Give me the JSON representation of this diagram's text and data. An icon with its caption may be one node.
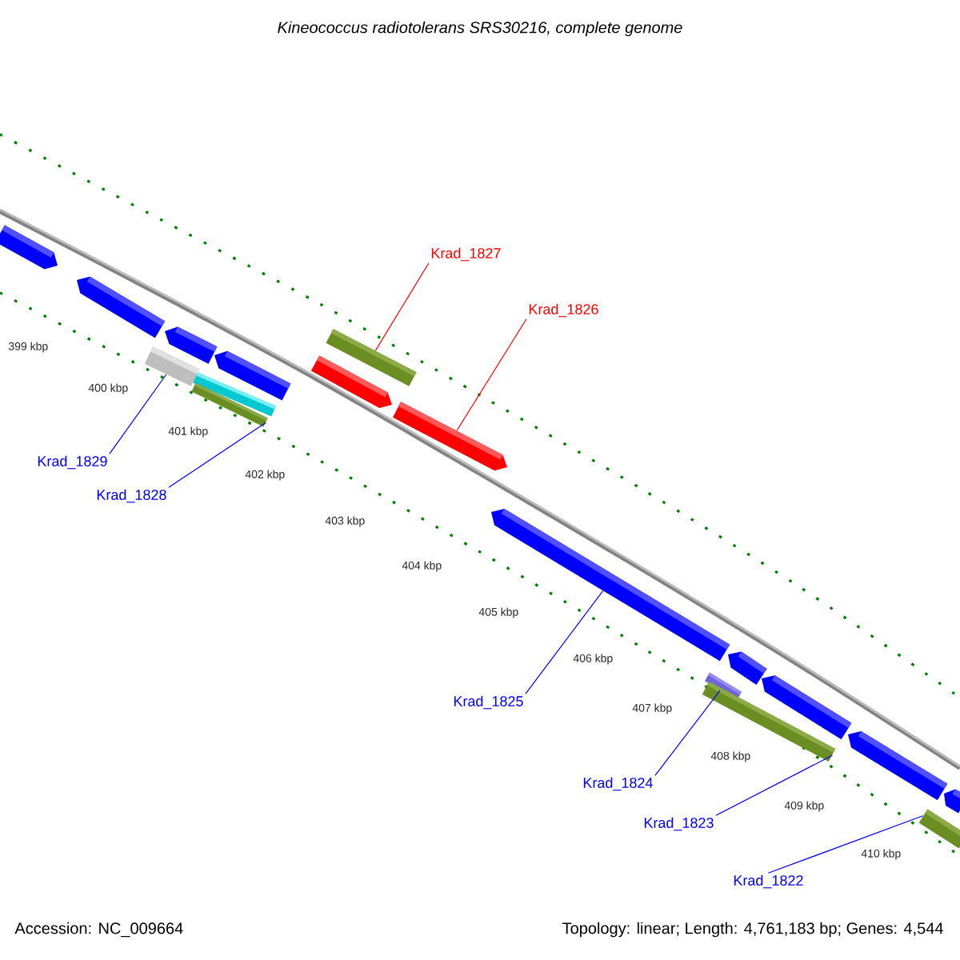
{
  "diagram": {
    "title": "*Kineococcus radiotolerans SRS30216, complete genome*",
    "nodes": [
      {
        "text": [
          "Krad_1827"
        ]
      },
      {
        "text": [
          "Krad_1826"
        ]
      },
      {
        "text": [
          "Krad_1829"
        ]
      },
      {
        "text": [
          "Krad_1828"
        ]
      },
      {
        "text": [
          "Krad_1825"
        ]
      },
      {
        "text": [
          "Krad_1824"
        ]
      },
      {
        "text": [
          "Krad_1823"
        ]
      },
      {
        "text": [
          "Krad_1822"
        ]
      },
      {
        "text": [],
        "shape": "bar"
      },
      {
        "text": [],
        "shape": "bar"
      },
      {
        "text": [],
        "shape": "bar"
      },
      {
        "text": [],
        "shape": "bar"
      },
      {
        "text": [],
        "shape": "bar"
      },
      {
        "text": [],
        "shape": "bar"
      },
      {
        "text": [],
        "shape": "bar"
      },
      {
        "text": [],
        "shape": "bar"
      }
    ],
    "edges": [
      {
        "from": 0,
        "to": 10,
        "arrow": "none",
        "color": "#ff0000"
      },
      {
        "from": 1,
        "to": 11,
        "arrow": "none",
        "color": "#ff0000"
      },
      {
        "from": 2,
        "to": 8,
        "arrow": "none"
      },
      {
        "from": 3,
        "to": 9,
        "arrow": "none"
      },
      {
        "from": 4,
        "to": 12,
        "arrow": "none"
      },
      {
        "from": 5,
        "to": 13,
        "arrow": "none"
      },
      {
        "from": 6,
        "to": 14,
        "arrow": "none"
      },
      {
        "from": 7,
        "to": 15,
        "arrow": "none"
      }
    ],
    "labels": [
      "399 kbp",
      "400 kbp",
      "401 kbp",
      "402 kbp",
      "403 kbp",
      "404 kbp",
      "405 kbp",
      "406 kbp",
      "407 kbp",
      "408 kbp",
      "409 kbp",
      "410 kbp",
      "Accession: NC_009664",
      "Topology: linear; Length: 4,761,183 bp; Genes: 4,544"
    ]
  }
}
